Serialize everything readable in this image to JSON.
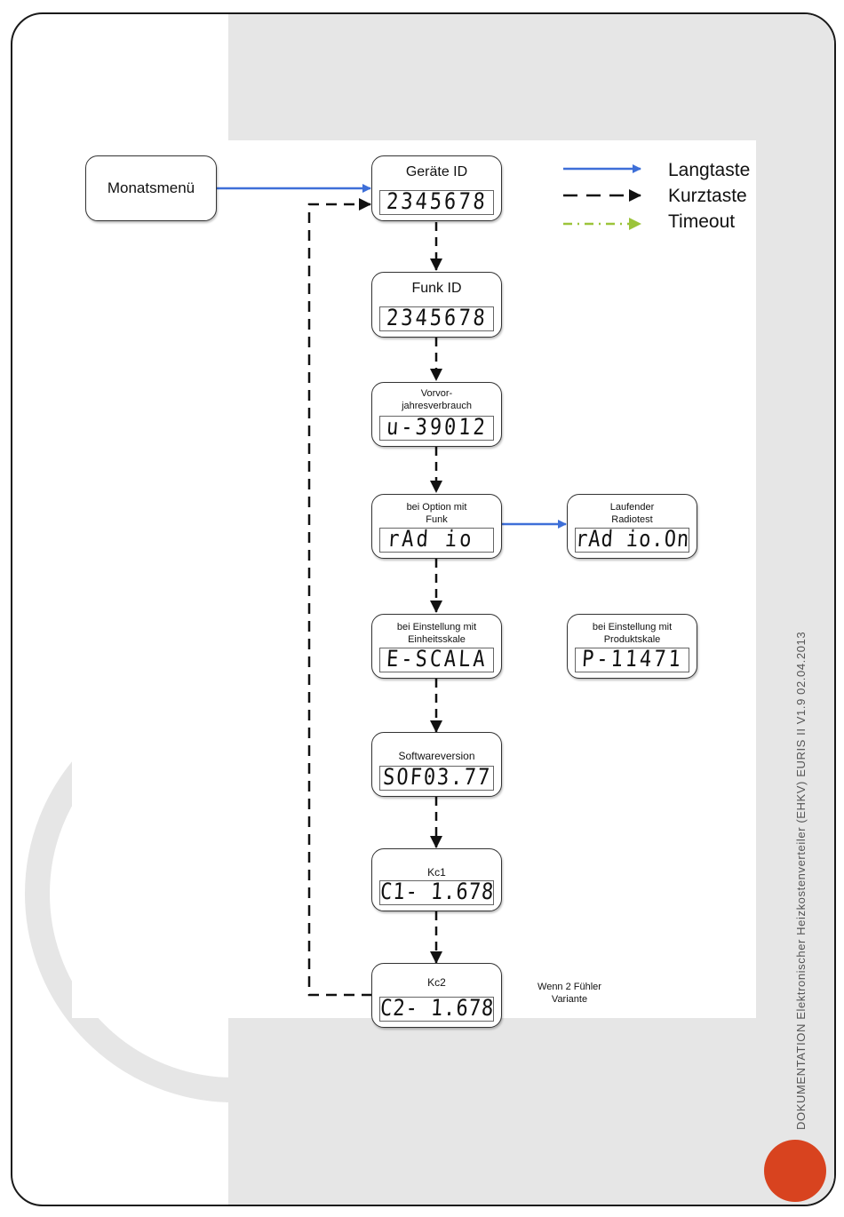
{
  "legend": {
    "langtaste": "Langtaste",
    "kurztaste": "Kurztaste",
    "timeout": "Timeout"
  },
  "colors": {
    "langtaste": "#3e6fd8",
    "kurztaste": "#111111",
    "timeout": "#9cc43a",
    "accent_dot": "#d8431f",
    "background_band": "#e6e6e6"
  },
  "start_box": {
    "label": "Monatsmenü"
  },
  "boxes": {
    "geraete_id": {
      "title": "Geräte ID",
      "display": "2345678"
    },
    "funk_id": {
      "title": "Funk ID",
      "display": "2345678"
    },
    "vorvorjahres": {
      "title_line1": "Vorvor-",
      "title_line2": "jahresverbrauch",
      "display": "u-39012"
    },
    "radio": {
      "title_line1": "bei Option mit",
      "title_line2": "Funk",
      "display": "rAd io"
    },
    "radiotest": {
      "title_line1": "Laufender",
      "title_line2": "Radiotest",
      "display": "rAd io.On"
    },
    "e_scala": {
      "title_line1": "bei Einstellung mit",
      "title_line2": "Einheitsskale",
      "display": "E-SCALA"
    },
    "p_scala": {
      "title_line1": "bei Einstellung mit",
      "title_line2": "Produktskale",
      "display": "P-11471"
    },
    "software": {
      "title": "Softwareversion",
      "display": "SOF03.77"
    },
    "kc1": {
      "title": "Kc1",
      "display": "C1- 1.678"
    },
    "kc2": {
      "title": "Kc2",
      "display": "C2- 1.678"
    }
  },
  "note": {
    "line1": "Wenn 2 Fühler",
    "line2": "Variante"
  },
  "side_text": "DOKUMENTATION  Elektronischer Heizkostenverteiler (EHKV) EURIS II  V1.9  02.04.2013"
}
